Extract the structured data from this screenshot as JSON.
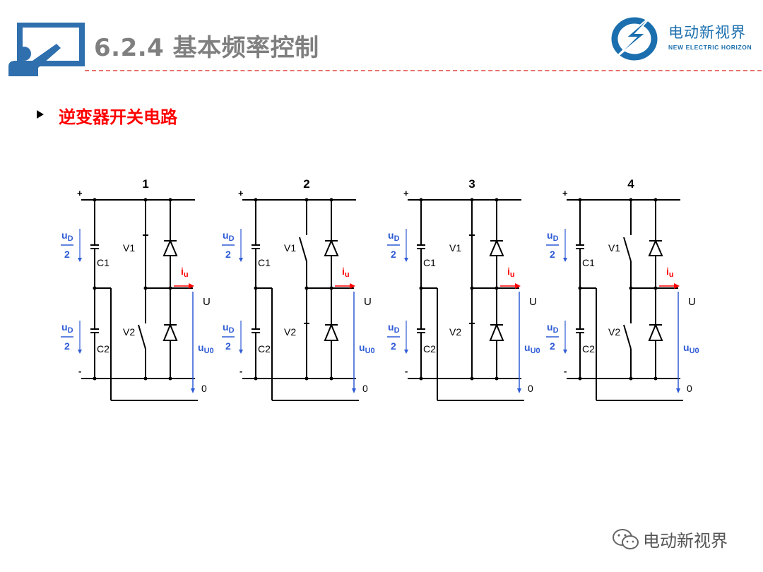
{
  "header": {
    "title": "6.2.4 基本频率控制",
    "brand_cn": "电动新视界",
    "brand_en": "NEW ELECTRIC HORIZON"
  },
  "section": {
    "heading": "逆变器开关电路"
  },
  "circuit_labels": {
    "plus": "+",
    "minus": "-",
    "ud_num": "u",
    "ud_sub": "D",
    "ud_den": "2",
    "c1": "C1",
    "c2": "C2",
    "v1": "V1",
    "v2": "V2",
    "iu": "i",
    "iu_sub": "u",
    "u": "U",
    "uu0": "u",
    "uu0_sub": "U0",
    "zero": "0"
  },
  "circuits": [
    {
      "number": "1",
      "v1_closed": true,
      "v2_closed": false
    },
    {
      "number": "2",
      "v1_closed": false,
      "v2_closed": true
    },
    {
      "number": "3",
      "v1_closed": true,
      "v2_closed": true
    },
    {
      "number": "4",
      "v1_closed": false,
      "v2_closed": false
    }
  ],
  "colors": {
    "title_gray": "#7f7f7f",
    "heading_red": "#ff0000",
    "label_blue": "#2e5bd6",
    "current_red": "#ff0000",
    "brand_blue": "#1b6fae",
    "divider": "#e8736e"
  },
  "watermark": {
    "text": "电动新视界",
    "icon": "wechat-icon"
  }
}
